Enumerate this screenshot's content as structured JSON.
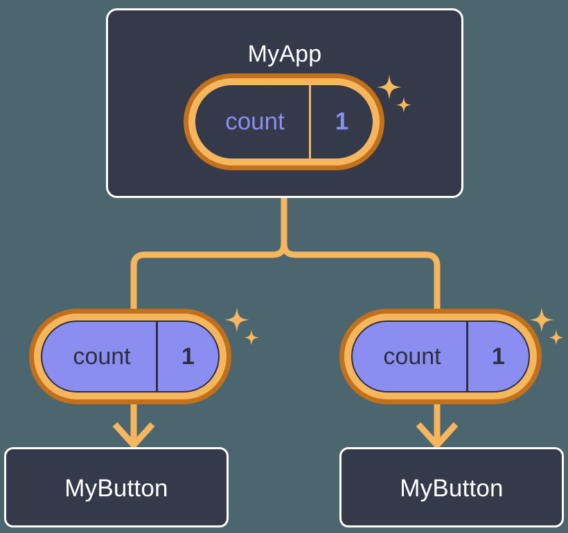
{
  "theme": {
    "background": "#4c6670",
    "card_fill": "#343a4a",
    "card_border": "#ffffff",
    "ring_outer": "#c2701b",
    "ring_inner": "#f5b65e",
    "wire": "#f5b65e",
    "accent_purple": "#8b8ef0",
    "text_light": "#ffffff",
    "text_dark": "#2b3040"
  },
  "root": {
    "title": "MyApp",
    "state": {
      "key": "count",
      "value": "1",
      "sparkle_icon": "sparkles-icon"
    }
  },
  "children": [
    {
      "state": {
        "key": "count",
        "value": "1",
        "sparkle_icon": "sparkles-icon"
      },
      "component": {
        "title": "MyButton"
      }
    },
    {
      "state": {
        "key": "count",
        "value": "1",
        "sparkle_icon": "sparkles-icon"
      },
      "component": {
        "title": "MyButton"
      }
    }
  ],
  "connectors": {
    "fork_icon": "branch-connector",
    "arrow_icon": "arrow-down-icon"
  }
}
